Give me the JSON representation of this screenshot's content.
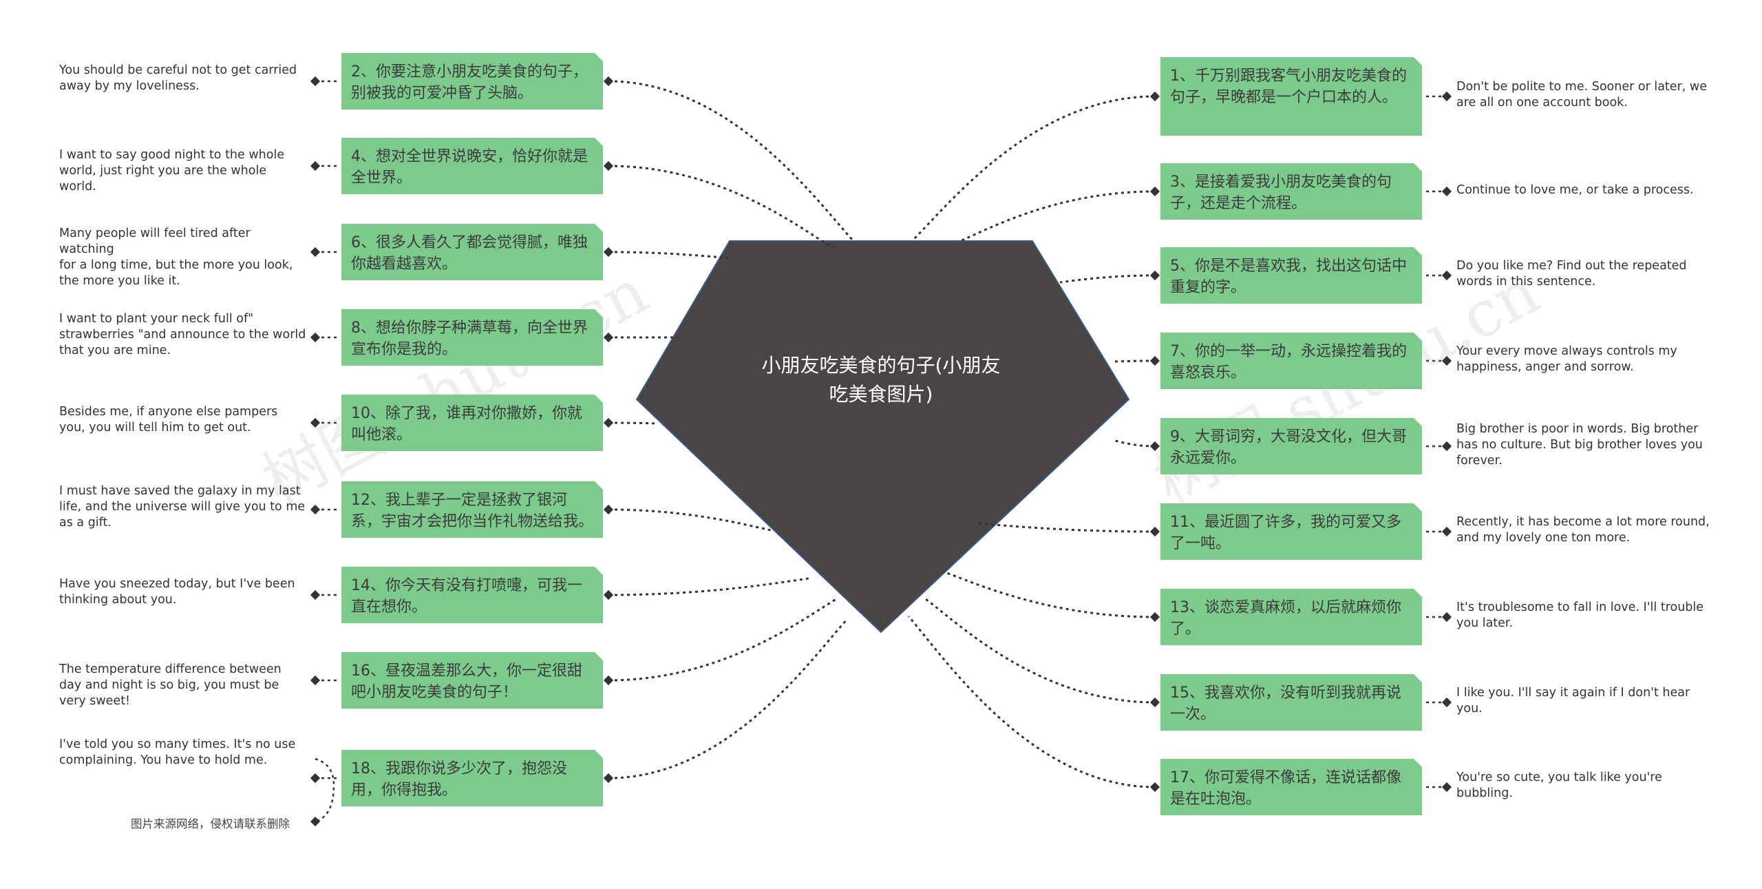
{
  "center": {
    "title": "小朋友吃美食的句子(小朋友吃美食图片)"
  },
  "left_nodes": [
    {
      "label": "2、你要注意小朋友吃美食的句子，别被我的可爱冲昏了头脑。",
      "note": "You should be careful not to get carried away by my loveliness."
    },
    {
      "label": "4、想对全世界说晚安，恰好你就是全世界。",
      "note": "I want to say good night to the whole world, just right you are the whole world."
    },
    {
      "label": "6、很多人看久了都会觉得腻，唯独你越看越喜欢。",
      "note": "Many people will feel tired after watching\n for a long time, but the more you look, the more you like it."
    },
    {
      "label": "8、想给你脖子种满草莓，向全世界宣布你是我的。",
      "note": "I want to plant your neck full of\" strawberries \"and announce to the world that you are mine."
    },
    {
      "label": "10、除了我，谁再对你撒娇，你就叫他滚。",
      "note": "Besides me, if anyone else pampers you, you will tell him to get out."
    },
    {
      "label": "12、我上辈子一定是拯救了银河系，宇宙才会把你当作礼物送给我。",
      "note": "I must have saved the galaxy in my last life, and the universe will give you to me as a gift."
    },
    {
      "label": "14、你今天有没有打喷嚏，可我一直在想你。",
      "note": "Have you sneezed today, but I've been thinking about you."
    },
    {
      "label": "16、昼夜温差那么大，你一定很甜吧小朋友吃美食的句子！",
      "note": "The temperature difference between day and night is so big, you must be very sweet!"
    },
    {
      "label": "18、我跟你说多少次了，抱怨没用，你得抱我。",
      "note": "I've told you so many times. It's no use complaining. You have to hold me."
    }
  ],
  "right_nodes": [
    {
      "label": "1、千万别跟我客气小朋友吃美食的句子，早晚都是一个户口本的人。",
      "note": "Don't be polite to me. Sooner or later, we\n are all on one account book."
    },
    {
      "label": "3、是接着爱我小朋友吃美食的句子，还是走个流程。",
      "note": "Continue to love me, or take a process."
    },
    {
      "label": "5、你是不是喜欢我，找出这句话中重复的字。",
      "note": "Do you like me? Find out the repeated words in this sentence."
    },
    {
      "label": "7、你的一举一动，永远操控着我的喜怒哀乐。",
      "note": "Your every move always controls my happiness, anger and sorrow."
    },
    {
      "label": "9、大哥词穷，大哥没文化，但大哥永远爱你。",
      "note": "Big brother is poor in words. Big brother has no culture. But big brother loves you forever."
    },
    {
      "label": "11、最近圆了许多，我的可爱又多了一吨。",
      "note": "Recently, it has become a lot more round,\n and my lovely one ton more."
    },
    {
      "label": "13、谈恋爱真麻烦，以后就麻烦你了。",
      "note": "It's troublesome to fall in love. I'll trouble you later."
    },
    {
      "label": "15、我喜欢你，没有听到我就再说一次。",
      "note": "I like you. I'll say it again if I don't hear you."
    },
    {
      "label": "17、你可爱得不像话，连说话都像是在吐泡泡。",
      "note": "You're so cute, you talk like you're bubbling."
    }
  ],
  "footnote": "图片来源网络，侵权请联系删除",
  "watermarks": [
    "树图 shutu.cn",
    "树图 shutu.cn"
  ],
  "colors": {
    "node": "#7ccb8c",
    "center": "#4a4545",
    "link": "#333333"
  }
}
